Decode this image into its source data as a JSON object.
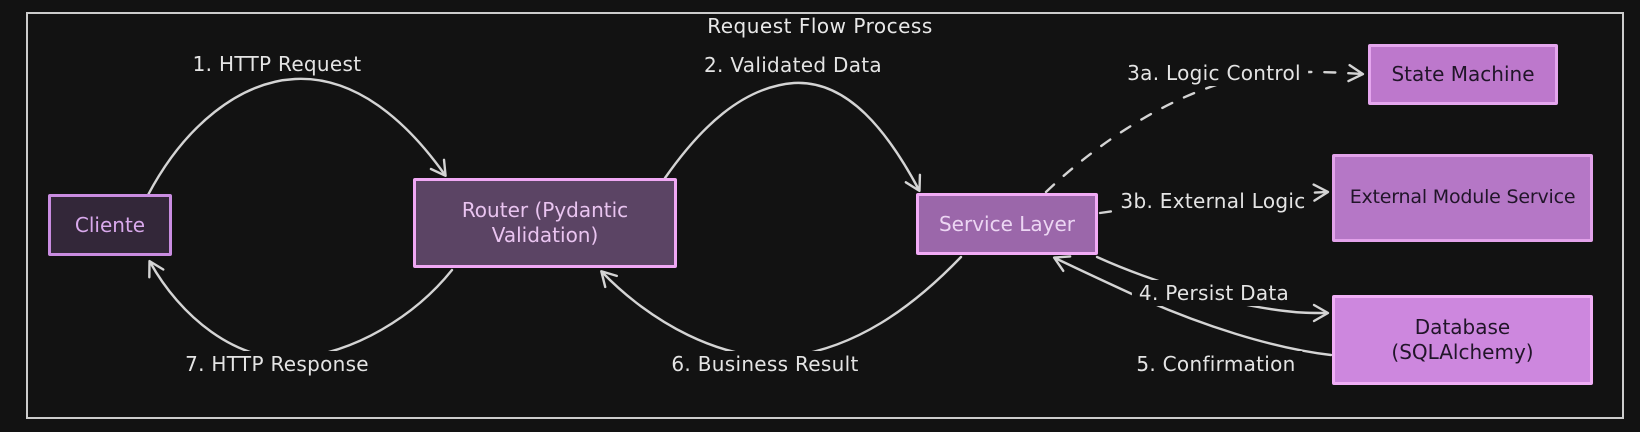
{
  "title": "Request Flow Process",
  "colors": {
    "background": "#121212",
    "frame": "#cccccc",
    "arrow": "#d4d4d4",
    "label_text": "#e4e4e4",
    "node_border": "#eda7f2",
    "node_cliente_fill": "#332739",
    "node_router_fill": "#5b4464",
    "node_service_fill": "#9b67aa",
    "node_state_machine_fill": "#bd78cc",
    "node_external_module_fill": "#b577c6",
    "node_database_fill": "#cd87de"
  },
  "nodes": {
    "cliente": {
      "label": "Cliente"
    },
    "router": {
      "label": "Router (Pydantic Validation)"
    },
    "service": {
      "label": "Service Layer"
    },
    "state_machine": {
      "label": "State Machine"
    },
    "external_module": {
      "label": "External Module Service"
    },
    "database": {
      "label": "Database (SQLAlchemy)"
    }
  },
  "edges": {
    "e1": {
      "label": "1. HTTP Request",
      "from": "Cliente",
      "to": "Router (Pydantic Validation)",
      "style": "solid"
    },
    "e2": {
      "label": "2. Validated Data",
      "from": "Router (Pydantic Validation)",
      "to": "Service Layer",
      "style": "solid"
    },
    "e3a": {
      "label": "3a. Logic Control",
      "from": "Service Layer",
      "to": "State Machine",
      "style": "dashed"
    },
    "e3b": {
      "label": "3b. External Logic",
      "from": "Service Layer",
      "to": "External Module Service",
      "style": "dashed"
    },
    "e4": {
      "label": "4. Persist Data",
      "from": "Service Layer",
      "to": "Database (SQLAlchemy)",
      "style": "solid"
    },
    "e5": {
      "label": "5. Confirmation",
      "from": "Database (SQLAlchemy)",
      "to": "Service Layer",
      "style": "solid"
    },
    "e6": {
      "label": "6. Business Result",
      "from": "Service Layer",
      "to": "Router (Pydantic Validation)",
      "style": "solid"
    },
    "e7": {
      "label": "7. HTTP Response",
      "from": "Router (Pydantic Validation)",
      "to": "Cliente",
      "style": "solid"
    }
  }
}
